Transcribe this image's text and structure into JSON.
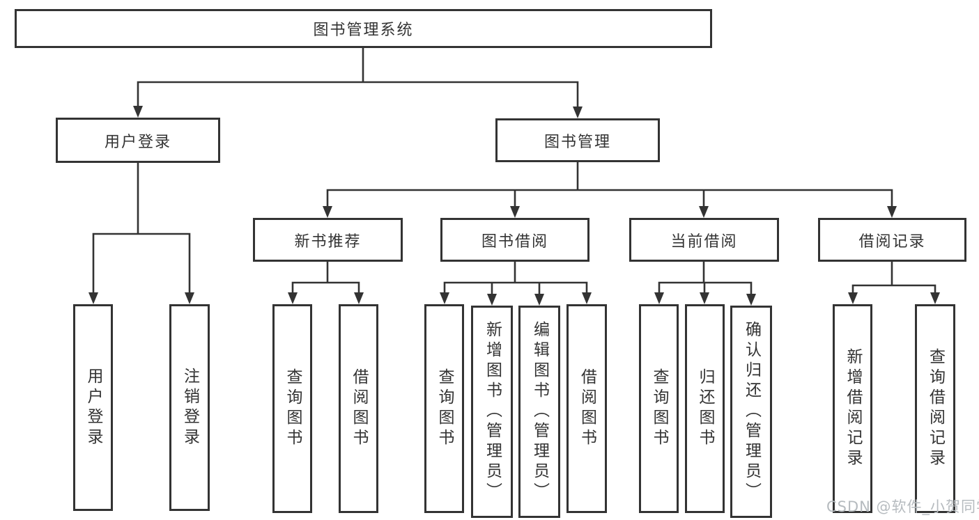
{
  "diagram": {
    "root": {
      "label": "图书管理系统"
    },
    "level2": {
      "user_login": {
        "label": "用户登录"
      },
      "book_mgmt": {
        "label": "图书管理"
      }
    },
    "level3": {
      "new_book_rec": {
        "label": "新书推荐"
      },
      "book_borrow": {
        "label": "图书借阅"
      },
      "current_borrow": {
        "label": "当前借阅"
      },
      "borrow_records": {
        "label": "借阅记录"
      }
    },
    "leaves": {
      "user_login_leaf": {
        "label": "用户登录"
      },
      "logout": {
        "label": "注销登录"
      },
      "nb_query_books": {
        "label": "查询图书"
      },
      "nb_borrow_books": {
        "label": "借阅图书"
      },
      "bb_query_books": {
        "label": "查询图书"
      },
      "bb_add_books": {
        "label": "新增图书（管理员）"
      },
      "bb_edit_books": {
        "label": "编辑图书（管理员）"
      },
      "bb_borrow_books": {
        "label": "借阅图书"
      },
      "cb_query_books": {
        "label": "查询图书"
      },
      "cb_return_books": {
        "label": "归还图书"
      },
      "cb_confirm_return": {
        "label": "确认归还（管理员）"
      },
      "br_add_record": {
        "label": "新增借阅记录"
      },
      "br_query_record": {
        "label": "查询借阅记录"
      }
    }
  },
  "watermark": {
    "text": "CSDN @软件_小贺同学"
  },
  "colors": {
    "line": "#333333",
    "box_border": "#333333",
    "text": "#333333",
    "background": "#ffffff",
    "watermark": "#b6bbbf"
  }
}
